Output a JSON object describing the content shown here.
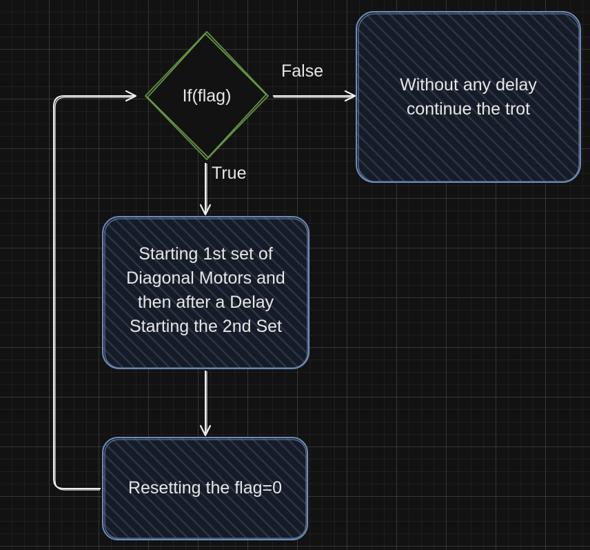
{
  "theme": {
    "background": "#121212",
    "decision_stroke": "#6ea04a",
    "process_stroke": "#6f8db8",
    "process_fill": "#161c27",
    "hatch": "#2a3446",
    "arrow": "#f0f0f0",
    "text": "#e6e6e6"
  },
  "nodes": {
    "decision": {
      "text": "If(flag)"
    },
    "no_delay": {
      "lines": [
        "Without any delay",
        "continue the trot"
      ]
    },
    "start_sets": {
      "lines": [
        "Starting 1st set of",
        "Diagonal Motors and",
        "then after a Delay",
        "Starting the 2nd Set"
      ]
    },
    "reset": {
      "text": "Resetting the flag=0"
    }
  },
  "edges": {
    "false_label": "False",
    "true_label": "True"
  }
}
